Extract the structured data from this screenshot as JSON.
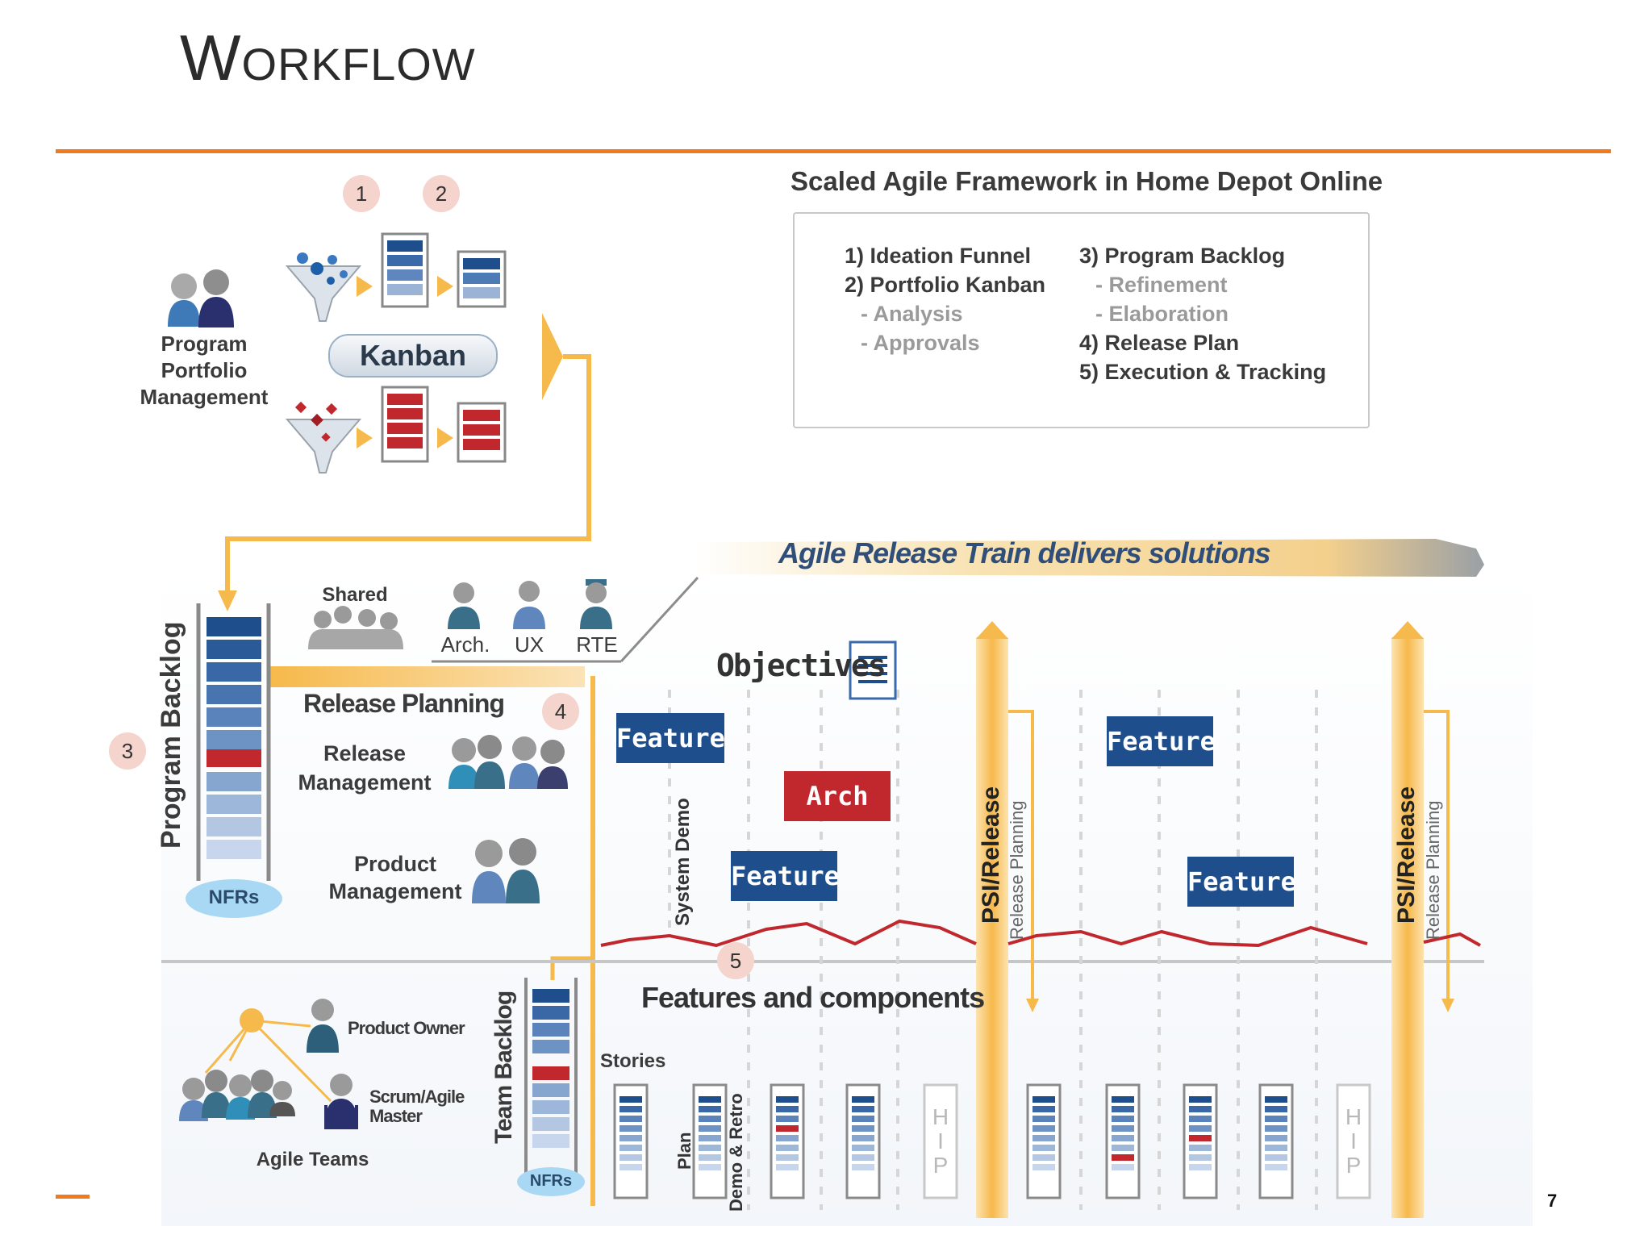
{
  "page": {
    "title": "Workflow",
    "page_number": "7"
  },
  "framework": {
    "title": "Scaled Agile Framework in Home Depot Online",
    "legend_left": [
      {
        "text": "1) Ideation Funnel",
        "style": "main"
      },
      {
        "text": "2) Portfolio Kanban",
        "style": "main"
      },
      {
        "text": "- Analysis",
        "style": "sub"
      },
      {
        "text": "- Approvals",
        "style": "sub"
      }
    ],
    "legend_right": [
      {
        "text": "3) Program Backlog",
        "style": "main"
      },
      {
        "text": "- Refinement",
        "style": "sub"
      },
      {
        "text": "- Elaboration",
        "style": "sub"
      },
      {
        "text": "4) Release Plan",
        "style": "main"
      },
      {
        "text": "5) Execution & Tracking",
        "style": "main"
      }
    ]
  },
  "markers": {
    "m1": "1",
    "m2": "2",
    "m3": "3",
    "m4": "4",
    "m5": "5"
  },
  "portfolio": {
    "label": "Program\nPortfolio\nManagement",
    "kanban": "Kanban"
  },
  "program": {
    "backlog_label": "Program  Backlog",
    "nfrs": "NFRs",
    "shared": "Shared",
    "roles": {
      "arch": "Arch.",
      "ux": "UX",
      "rte": "RTE"
    },
    "release_planning": "Release Planning",
    "release_management": "Release\nManagement",
    "product_management": "Product\nManagement"
  },
  "train": {
    "banner": "Agile Release Train delivers solutions",
    "objectives": "Objectives",
    "system_demo": "System Demo",
    "psi_release": "PSI/Release",
    "release_planning_v": "Release Planning",
    "feature": "Feature",
    "arch": "Arch",
    "features_components": "Features and components"
  },
  "team": {
    "product_owner": "Product Owner",
    "scrum_master": "Scrum/Agile\nMaster",
    "agile_teams": "Agile Teams",
    "team_backlog": "Team  Backlog",
    "nfrs": "NFRs",
    "stories": "Stories",
    "plan": "Plan",
    "demo_retro": "Demo & Retro",
    "hip": "H\nI\nP"
  },
  "colors": {
    "accent_orange": "#f07a1c",
    "arrow_yellow": "#f6b94b",
    "feature_blue": "#1f4e8c",
    "arch_red": "#c0282e",
    "marker_pink": "#f4d4cc"
  }
}
